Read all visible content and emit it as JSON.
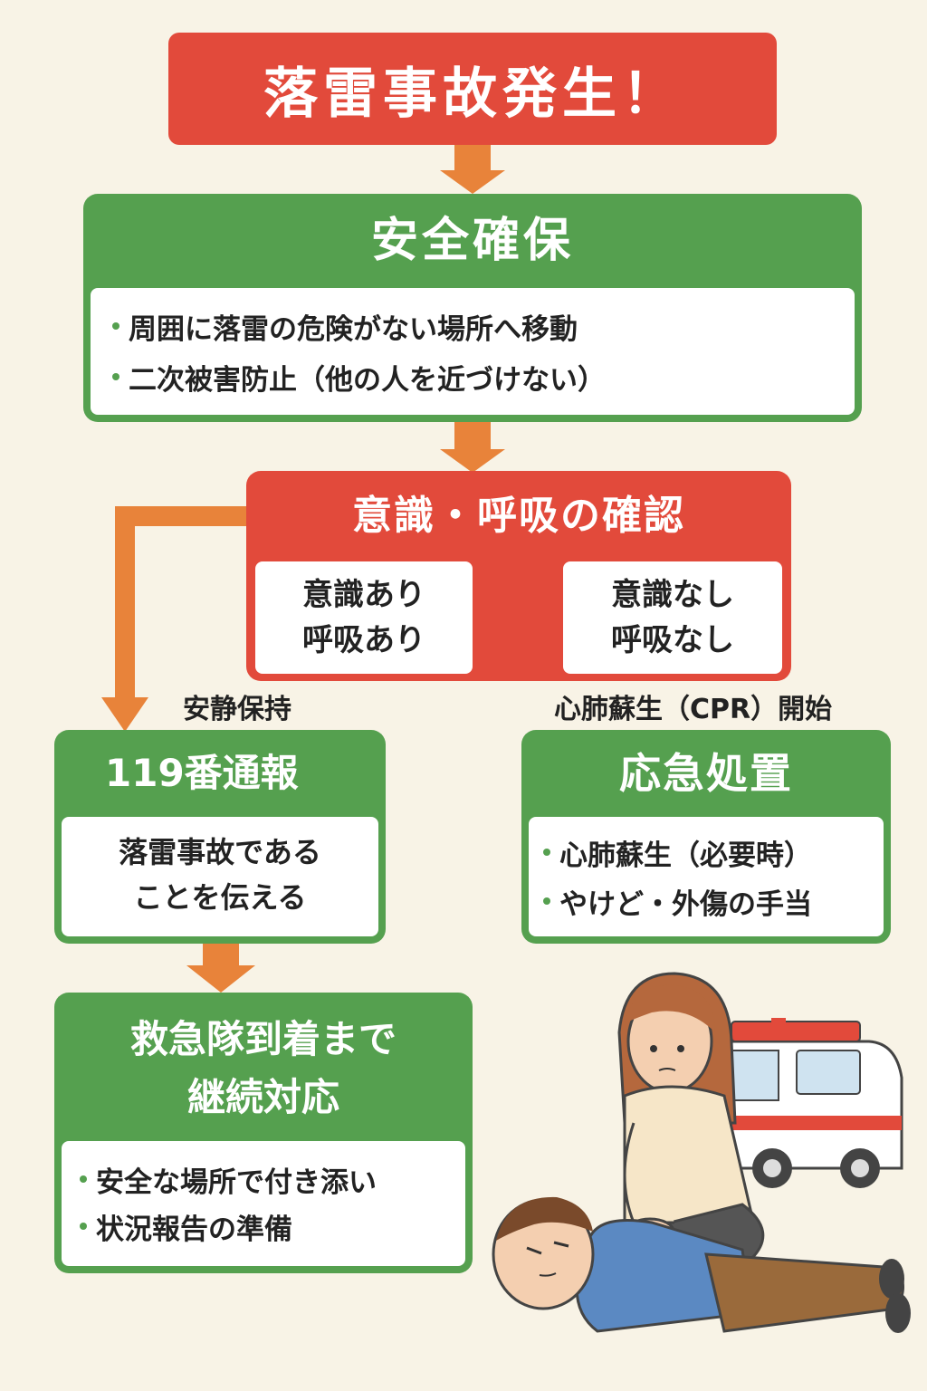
{
  "title": "落雷事故発生！",
  "safety": {
    "heading": "安全確保",
    "items": [
      "周囲に落雷の危険がない場所へ移動",
      "二次被害防止（他の人を近づけない）"
    ]
  },
  "check": {
    "heading": "意識・呼吸の確認",
    "conscious": [
      "意識あり",
      "呼吸あり"
    ],
    "unconscious": [
      "意識なし",
      "呼吸なし"
    ]
  },
  "label_rest": "安静保持",
  "label_cpr": "心肺蘇生（CPR）開始",
  "call": {
    "heading": "119番通報",
    "lines": [
      "落雷事故である",
      "ことを伝える"
    ]
  },
  "firstaid": {
    "heading": "応急処置",
    "items": [
      "心肺蘇生（必要時）",
      "やけど・外傷の手当"
    ]
  },
  "continue": {
    "heading_lines": [
      "救急隊到着まで",
      "継続対応"
    ],
    "items": [
      "安全な場所で付き添い",
      "状況報告の準備"
    ]
  },
  "colors": {
    "red": "#e24a3b",
    "green": "#55a04f",
    "arrow": "#e8833a",
    "background": "#f8f3e6"
  }
}
